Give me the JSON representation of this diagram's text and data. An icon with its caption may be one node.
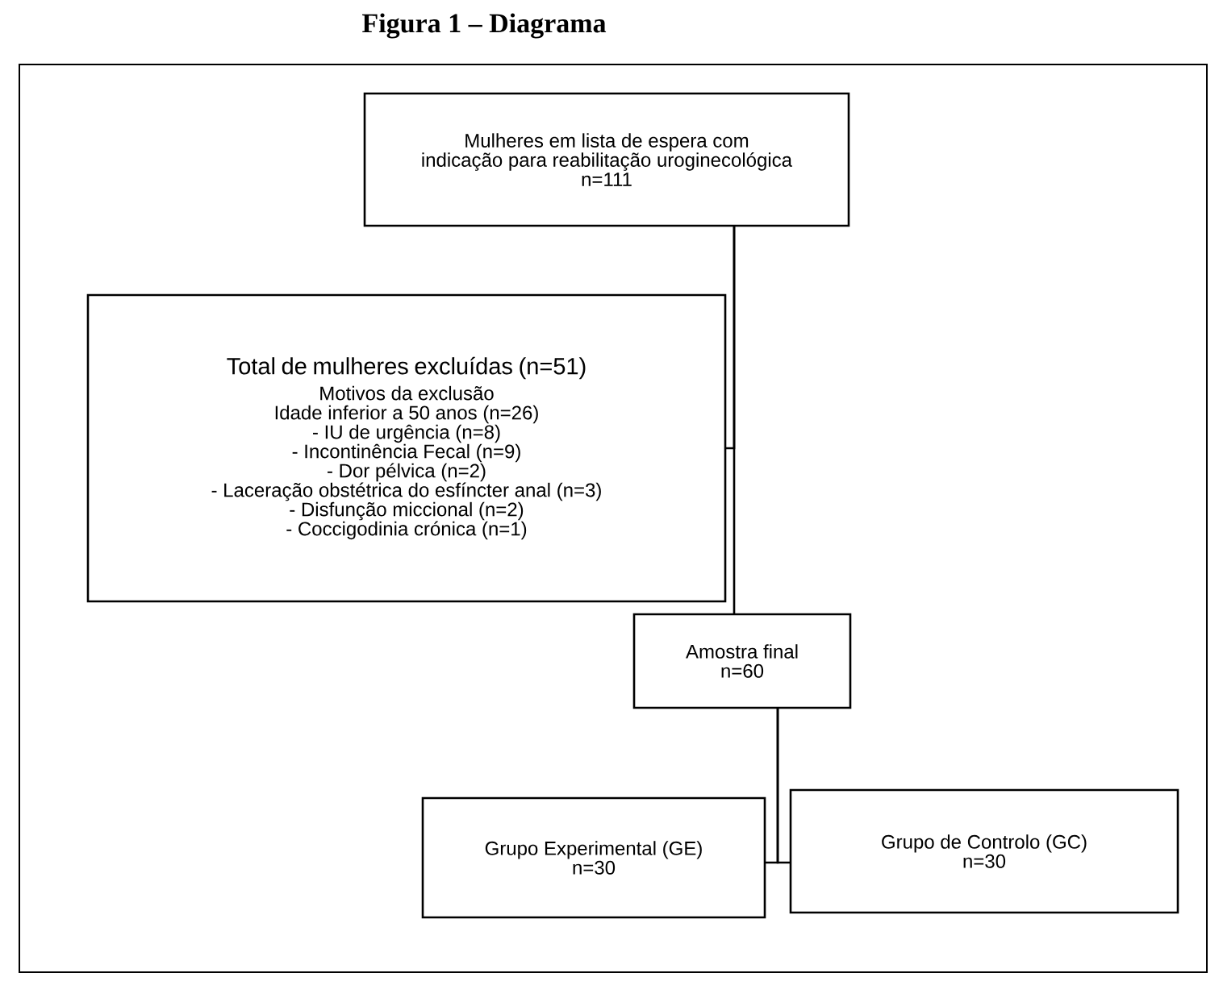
{
  "diagram": {
    "title": "Figura 1 – Diagrama",
    "nodes": [
      {
        "text": [
          "Mulheres em lista de espera com indicação para reabilitação uroginecológica",
          "n=111"
        ]
      },
      {
        "text": [
          "Total de mulheres excluídas (n=51)",
          "Motivos da exclusão",
          "Idade inferior a 50 anos (n=26)",
          "- IU de urgência (n=8)",
          "- Incontinência Fecal (n=9)",
          "- Dor pélvica (n=2)",
          "- Laceração obstétrica do esfíncter anal (n=3)",
          "- Disfunção miccional (n=2)",
          "- Coccigodinia crónica (n=1)"
        ]
      },
      {
        "text": [
          "Amostra final",
          "n=60"
        ]
      },
      {
        "text": [
          "Grupo Experimental (GE)",
          "n=30"
        ]
      },
      {
        "text": [
          "Grupo de Controlo (GC)",
          "n=30"
        ]
      }
    ],
    "edges": [
      {
        "from": 0,
        "to": 1,
        "arrow": "none"
      },
      {
        "from": 0,
        "to": 2,
        "arrow": "none"
      },
      {
        "from": 2,
        "to": 3,
        "arrow": "none"
      },
      {
        "from": 2,
        "to": 4,
        "arrow": "none"
      }
    ]
  }
}
